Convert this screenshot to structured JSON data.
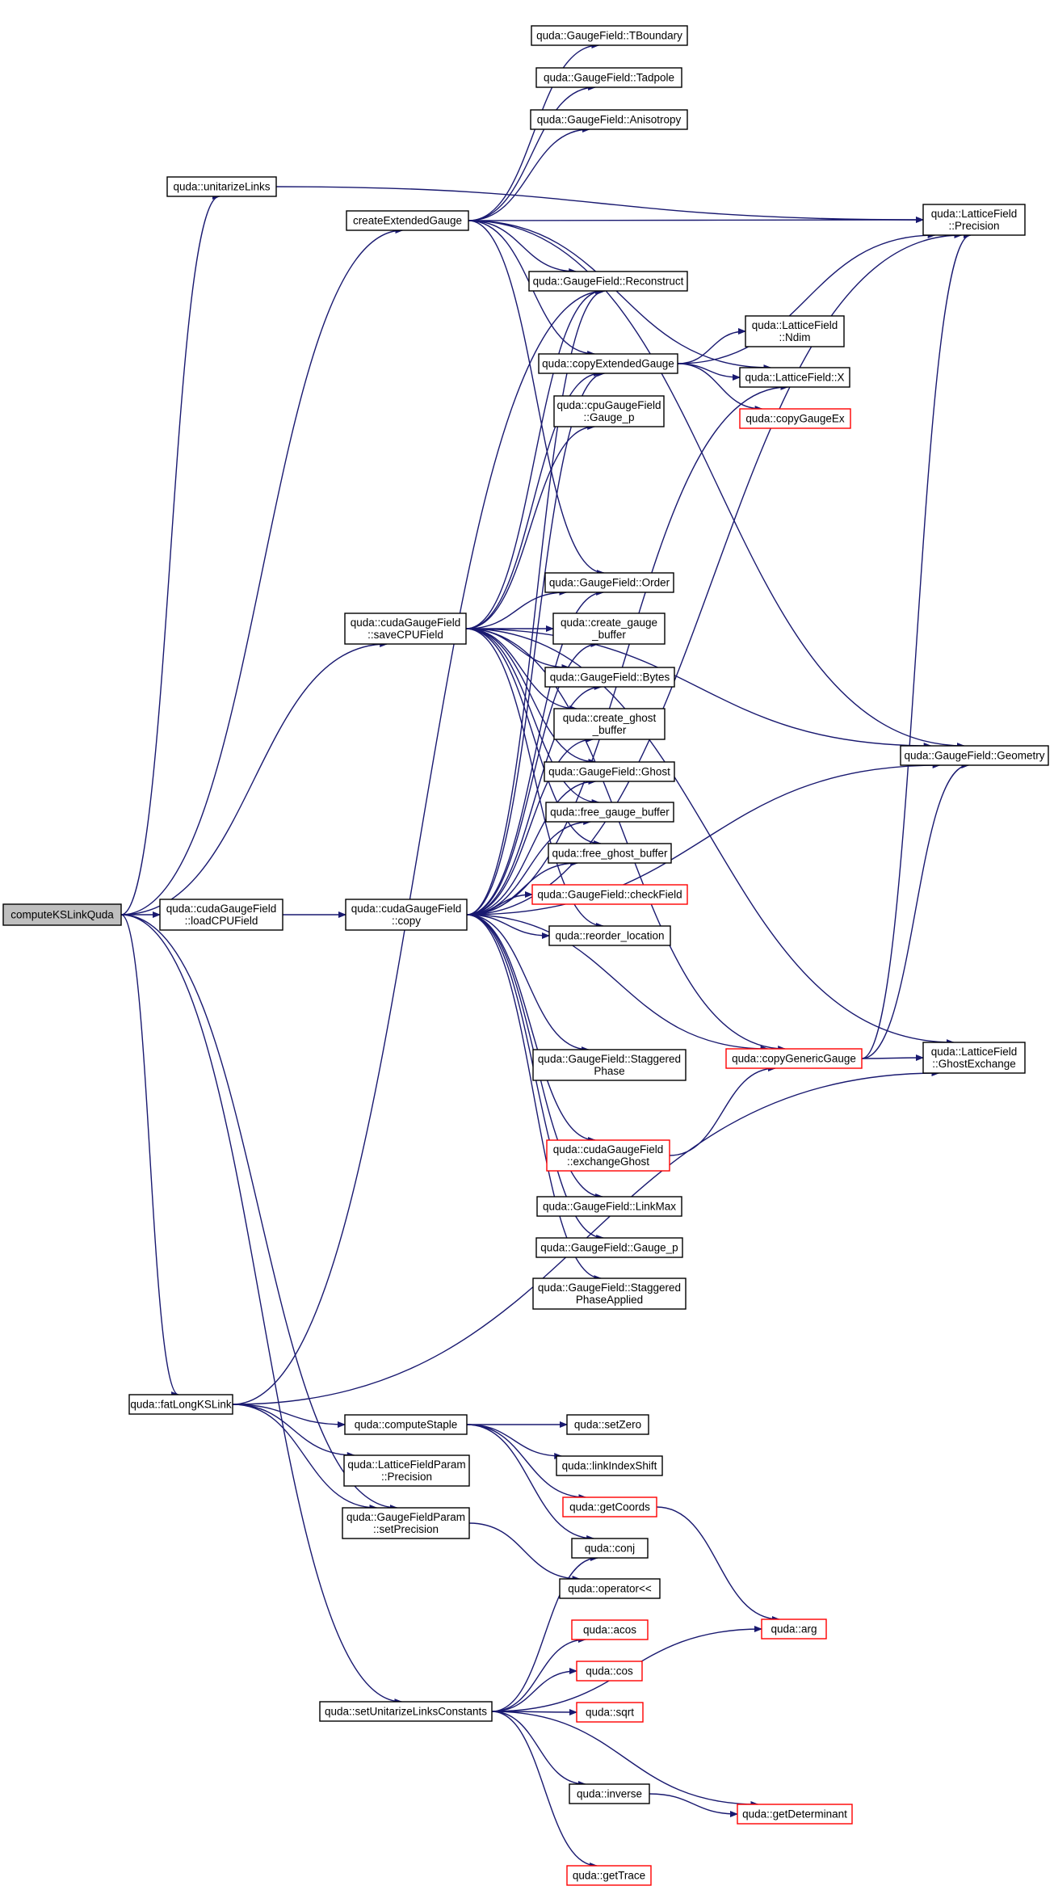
{
  "colors": {
    "edge": "#191970",
    "node_border": "#000000",
    "incomplete_border": "#ff0000",
    "root_fill": "#bfbfbf",
    "node_fill": "#ffffff"
  },
  "nodes": [
    {
      "id": "computeKS",
      "lines": [
        "computeKSLinkQuda"
      ],
      "root": true
    },
    {
      "id": "unitarize",
      "lines": [
        "quda::unitarizeLinks"
      ]
    },
    {
      "id": "createExt",
      "lines": [
        "createExtendedGauge"
      ]
    },
    {
      "id": "tboundary",
      "lines": [
        "quda::GaugeField::TBoundary"
      ]
    },
    {
      "id": "tadpole",
      "lines": [
        "quda::GaugeField::Tadpole"
      ]
    },
    {
      "id": "anisotropy",
      "lines": [
        "quda::GaugeField::Anisotropy"
      ]
    },
    {
      "id": "lfPrecision",
      "lines": [
        "quda::LatticeField",
        "::Precision"
      ]
    },
    {
      "id": "reconstruct",
      "lines": [
        "quda::GaugeField::Reconstruct"
      ]
    },
    {
      "id": "lfNdim",
      "lines": [
        "quda::LatticeField",
        "::Ndim"
      ]
    },
    {
      "id": "copyExt",
      "lines": [
        "quda::copyExtendedGauge"
      ]
    },
    {
      "id": "lfX",
      "lines": [
        "quda::LatticeField::X"
      ]
    },
    {
      "id": "copyGaugeEx",
      "lines": [
        "quda::copyGaugeEx"
      ],
      "red": true
    },
    {
      "id": "cpuGaugeP",
      "lines": [
        "quda::cpuGaugeField",
        "::Gauge_p"
      ]
    },
    {
      "id": "order",
      "lines": [
        "quda::GaugeField::Order"
      ]
    },
    {
      "id": "saveCPU",
      "lines": [
        "quda::cudaGaugeField",
        "::saveCPUField"
      ]
    },
    {
      "id": "createGaugeBuf",
      "lines": [
        "quda::create_gauge",
        "_buffer"
      ]
    },
    {
      "id": "bytes",
      "lines": [
        "quda::GaugeField::Bytes"
      ]
    },
    {
      "id": "createGhostBuf",
      "lines": [
        "quda::create_ghost",
        "_buffer"
      ]
    },
    {
      "id": "geometry",
      "lines": [
        "quda::GaugeField::Geometry"
      ]
    },
    {
      "id": "ghost",
      "lines": [
        "quda::GaugeField::Ghost"
      ]
    },
    {
      "id": "freeGaugeBuf",
      "lines": [
        "quda::free_gauge_buffer"
      ]
    },
    {
      "id": "freeGhostBuf",
      "lines": [
        "quda::free_ghost_buffer"
      ]
    },
    {
      "id": "checkField",
      "lines": [
        "quda::GaugeField::checkField"
      ],
      "red": true
    },
    {
      "id": "loadCPU",
      "lines": [
        "quda::cudaGaugeField",
        "::loadCPUField"
      ]
    },
    {
      "id": "cudaCopy",
      "lines": [
        "quda::cudaGaugeField",
        "::copy"
      ]
    },
    {
      "id": "reorder",
      "lines": [
        "quda::reorder_location"
      ]
    },
    {
      "id": "staggeredPhase",
      "lines": [
        "quda::GaugeField::Staggered",
        "Phase"
      ]
    },
    {
      "id": "copyGeneric",
      "lines": [
        "quda::copyGenericGauge"
      ],
      "red": true
    },
    {
      "id": "lfGhostEx",
      "lines": [
        "quda::LatticeField",
        "::GhostExchange"
      ]
    },
    {
      "id": "exchangeGhost",
      "lines": [
        "quda::cudaGaugeField",
        "::exchangeGhost"
      ],
      "red": true
    },
    {
      "id": "linkMax",
      "lines": [
        "quda::GaugeField::LinkMax"
      ]
    },
    {
      "id": "gaugeP",
      "lines": [
        "quda::GaugeField::Gauge_p"
      ]
    },
    {
      "id": "stagApplied",
      "lines": [
        "quda::GaugeField::Staggered",
        "PhaseApplied"
      ]
    },
    {
      "id": "fatLong",
      "lines": [
        "quda::fatLongKSLink"
      ]
    },
    {
      "id": "computeStaple",
      "lines": [
        "quda::computeStaple"
      ]
    },
    {
      "id": "setZero",
      "lines": [
        "quda::setZero"
      ]
    },
    {
      "id": "lfpPrecision",
      "lines": [
        "quda::LatticeFieldParam",
        "::Precision"
      ]
    },
    {
      "id": "linkIndexShift",
      "lines": [
        "quda::linkIndexShift"
      ]
    },
    {
      "id": "getCoords",
      "lines": [
        "quda::getCoords"
      ],
      "red": true
    },
    {
      "id": "gfpSetPrecision",
      "lines": [
        "quda::GaugeFieldParam",
        "::setPrecision"
      ]
    },
    {
      "id": "conj",
      "lines": [
        "quda::conj"
      ]
    },
    {
      "id": "operatorLL",
      "lines": [
        "quda::operator<<"
      ]
    },
    {
      "id": "arg",
      "lines": [
        "quda::arg"
      ],
      "red": true
    },
    {
      "id": "acos",
      "lines": [
        "quda::acos"
      ],
      "red": true
    },
    {
      "id": "cos",
      "lines": [
        "quda::cos"
      ],
      "red": true
    },
    {
      "id": "setUnitarize",
      "lines": [
        "quda::setUnitarizeLinksConstants"
      ]
    },
    {
      "id": "sqrt",
      "lines": [
        "quda::sqrt"
      ],
      "red": true
    },
    {
      "id": "inverse",
      "lines": [
        "quda::inverse"
      ]
    },
    {
      "id": "getDeterminant",
      "lines": [
        "quda::getDeterminant"
      ],
      "red": true
    },
    {
      "id": "getTrace",
      "lines": [
        "quda::getTrace"
      ],
      "red": true
    }
  ],
  "edges": [
    [
      "computeKS",
      "unitarize"
    ],
    [
      "computeKS",
      "createExt"
    ],
    [
      "computeKS",
      "saveCPU"
    ],
    [
      "computeKS",
      "loadCPU"
    ],
    [
      "computeKS",
      "fatLong"
    ],
    [
      "computeKS",
      "gfpSetPrecision"
    ],
    [
      "computeKS",
      "setUnitarize"
    ],
    [
      "unitarize",
      "lfPrecision"
    ],
    [
      "createExt",
      "tboundary"
    ],
    [
      "createExt",
      "tadpole"
    ],
    [
      "createExt",
      "anisotropy"
    ],
    [
      "createExt",
      "lfPrecision"
    ],
    [
      "createExt",
      "reconstruct"
    ],
    [
      "createExt",
      "copyExt"
    ],
    [
      "createExt",
      "lfX"
    ],
    [
      "createExt",
      "order"
    ],
    [
      "createExt",
      "geometry"
    ],
    [
      "copyExt",
      "lfPrecision"
    ],
    [
      "copyExt",
      "lfNdim"
    ],
    [
      "copyExt",
      "lfX"
    ],
    [
      "copyExt",
      "copyGaugeEx"
    ],
    [
      "saveCPU",
      "reconstruct"
    ],
    [
      "saveCPU",
      "copyExt"
    ],
    [
      "saveCPU",
      "cpuGaugeP"
    ],
    [
      "saveCPU",
      "order"
    ],
    [
      "saveCPU",
      "createGaugeBuf"
    ],
    [
      "saveCPU",
      "bytes"
    ],
    [
      "saveCPU",
      "createGhostBuf"
    ],
    [
      "saveCPU",
      "ghost"
    ],
    [
      "saveCPU",
      "freeGaugeBuf"
    ],
    [
      "saveCPU",
      "freeGhostBuf"
    ],
    [
      "saveCPU",
      "reorder"
    ],
    [
      "saveCPU",
      "geometry"
    ],
    [
      "saveCPU",
      "copyGeneric"
    ],
    [
      "saveCPU",
      "lfGhostEx"
    ],
    [
      "loadCPU",
      "cudaCopy"
    ],
    [
      "cudaCopy",
      "reconstruct"
    ],
    [
      "cudaCopy",
      "copyExt"
    ],
    [
      "cudaCopy",
      "order"
    ],
    [
      "cudaCopy",
      "createGaugeBuf"
    ],
    [
      "cudaCopy",
      "bytes"
    ],
    [
      "cudaCopy",
      "createGhostBuf"
    ],
    [
      "cudaCopy",
      "ghost"
    ],
    [
      "cudaCopy",
      "freeGaugeBuf"
    ],
    [
      "cudaCopy",
      "freeGhostBuf"
    ],
    [
      "cudaCopy",
      "checkField"
    ],
    [
      "cudaCopy",
      "reorder"
    ],
    [
      "cudaCopy",
      "staggeredPhase"
    ],
    [
      "cudaCopy",
      "copyGeneric"
    ],
    [
      "cudaCopy",
      "exchangeGhost"
    ],
    [
      "cudaCopy",
      "linkMax"
    ],
    [
      "cudaCopy",
      "gaugeP"
    ],
    [
      "cudaCopy",
      "stagApplied"
    ],
    [
      "cudaCopy",
      "lfPrecision"
    ],
    [
      "cudaCopy",
      "geometry"
    ],
    [
      "cudaCopy",
      "lfX"
    ],
    [
      "copyGeneric",
      "lfPrecision"
    ],
    [
      "copyGeneric",
      "geometry"
    ],
    [
      "copyGeneric",
      "lfGhostEx"
    ],
    [
      "exchangeGhost",
      "copyGeneric"
    ],
    [
      "fatLong",
      "reconstruct"
    ],
    [
      "fatLong",
      "lfGhostEx"
    ],
    [
      "fatLong",
      "computeStaple"
    ],
    [
      "fatLong",
      "lfpPrecision"
    ],
    [
      "fatLong",
      "gfpSetPrecision"
    ],
    [
      "computeStaple",
      "setZero"
    ],
    [
      "computeStaple",
      "linkIndexShift"
    ],
    [
      "computeStaple",
      "getCoords"
    ],
    [
      "computeStaple",
      "conj"
    ],
    [
      "gfpSetPrecision",
      "operatorLL"
    ],
    [
      "getCoords",
      "arg"
    ],
    [
      "setUnitarize",
      "conj"
    ],
    [
      "setUnitarize",
      "acos"
    ],
    [
      "setUnitarize",
      "cos"
    ],
    [
      "setUnitarize",
      "sqrt"
    ],
    [
      "setUnitarize",
      "arg"
    ],
    [
      "setUnitarize",
      "inverse"
    ],
    [
      "setUnitarize",
      "getDeterminant"
    ],
    [
      "setUnitarize",
      "getTrace"
    ],
    [
      "inverse",
      "getDeterminant"
    ]
  ]
}
